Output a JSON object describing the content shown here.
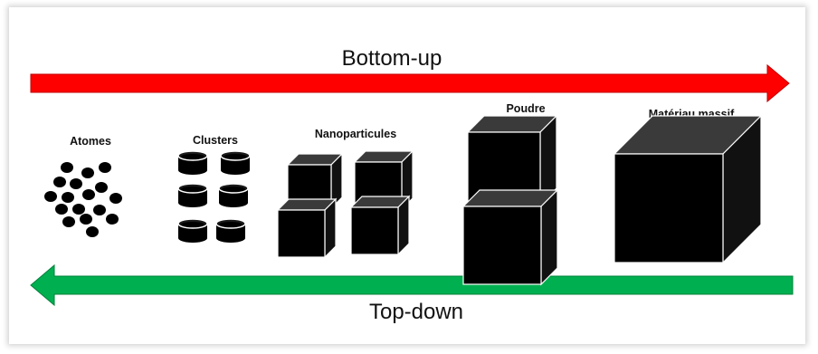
{
  "arrows": {
    "top": {
      "label": "Bottom-up",
      "color": "#ff0000"
    },
    "bottom": {
      "label": "Top-down",
      "color": "#00b050"
    }
  },
  "stages": {
    "atoms": "Atomes",
    "clusters": "Clusters",
    "nanoparticles": "Nanoparticules",
    "powder": "Poudre",
    "bulk": "Matériau massif"
  }
}
